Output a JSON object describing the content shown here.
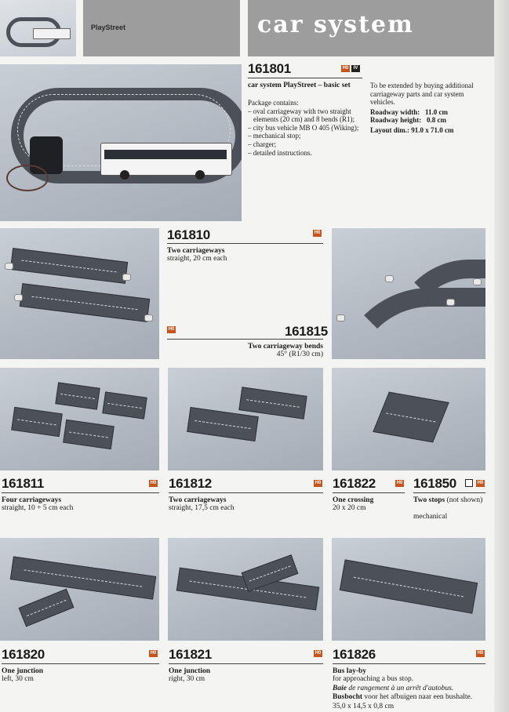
{
  "header": {
    "brand": "PlayStreet",
    "title": "car system"
  },
  "products": {
    "p161801": {
      "number": "161801",
      "badges": [
        "H0",
        "IV"
      ],
      "title": "car system PlayStreet – basic set",
      "contents_label": "Package contains:",
      "contents": [
        "oval carriageway with two straight elements (20 cm) and 8 bends (R1);",
        "city bus vehicle MB O 405 (Wiking);",
        "mechanical stop;",
        "charger;",
        "detailed instructions."
      ],
      "extend_text": "To be extended by buying additional carriageway parts and car system vehicles.",
      "spec_width": "Roadway width:",
      "spec_width_val": "11.0 cm",
      "spec_height": "Roadway height:",
      "spec_height_val": "0.8 cm",
      "spec_layout": "Layout dim.: 91.0 x 71.0 cm"
    },
    "p161810": {
      "number": "161810",
      "badge": "H0",
      "title": "Two carriageways",
      "sub": "straight, 20 cm each"
    },
    "p161815": {
      "number": "161815",
      "badge": "H0",
      "title": "Two carriageway bends",
      "sub": "45° (R1/30 cm)"
    },
    "p161811": {
      "number": "161811",
      "badge": "H0",
      "title": "Four carriageways",
      "sub": "straight, 10 + 5 cm each"
    },
    "p161812": {
      "number": "161812",
      "badge": "H0",
      "title": "Two carriageways",
      "sub": "straight, 17,5 cm each"
    },
    "p161822": {
      "number": "161822",
      "badge": "H0",
      "title": "One crossing",
      "sub": "20 x 20 cm"
    },
    "p161850": {
      "number": "161850",
      "badge": "H0",
      "title": "Two stops",
      "title_note": "(not shown)",
      "sub": "mechanical"
    },
    "p161820": {
      "number": "161820",
      "badge": "H0",
      "title": "One junction",
      "sub": "left, 30 cm"
    },
    "p161821": {
      "number": "161821",
      "badge": "H0",
      "title": "One junction",
      "sub": "right, 30 cm"
    },
    "p161826": {
      "number": "161826",
      "badge": "H0",
      "title": "Bus lay-by",
      "sub": "for approaching a bus stop.",
      "fr_bold": "Baie",
      "fr_rest": " de rangement à un arrêt d'autobus.",
      "nl_bold": "Busbocht",
      "nl_rest": " voor het afbuigen naar een bushalte.",
      "dims": "35,0 x 14,5 x 0,8 cm"
    }
  }
}
